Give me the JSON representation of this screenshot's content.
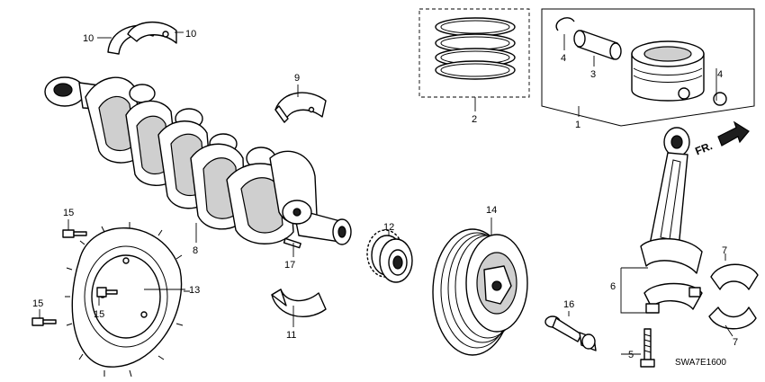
{
  "callouts": {
    "c1": "1",
    "c2": "2",
    "c3": "3",
    "c4a": "4",
    "c4b": "4",
    "c5": "5",
    "c6": "6",
    "c7a": "7",
    "c7b": "7",
    "c8": "8",
    "c9": "9",
    "c10a": "10",
    "c10b": "10",
    "c11": "11",
    "c12": "12",
    "c13": "13",
    "c14": "14",
    "c15a": "15",
    "c15b": "15",
    "c15c": "15",
    "c16": "16",
    "c17": "17"
  },
  "direction_label": "FR.",
  "diagram_code": "SWA7E1600"
}
